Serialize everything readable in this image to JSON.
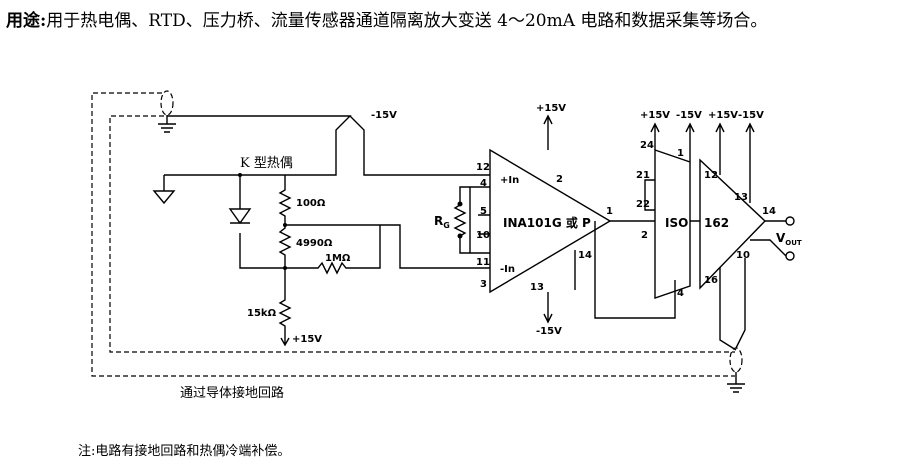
{
  "intro": {
    "lead": "用途:",
    "text": "用于热电偶、RTD、压力桥、流量传感器通道隔离放大变送 4～20mA 电路和数据采集等场合。"
  },
  "labels": {
    "thermocouple": "K 型热偶",
    "ground_loop": "通过导体接地回路",
    "r100": "100Ω",
    "r4990": "4990Ω",
    "r1m": "1MΩ",
    "r15k": "15kΩ",
    "p15_bottom": "+15V",
    "m15_top_left": "-15V",
    "p15_ina": "+15V",
    "m15_ina": "-15V",
    "rg": "R",
    "rg_sub": "G",
    "ina": "INA101G 或 P",
    "iso": "ISO",
    "amp162": "162",
    "p15_iso": "+15V",
    "m15_iso": "-15V",
    "p15_162": "+15V",
    "m15_162": "-15V",
    "vout": "V",
    "vout_sub": "OUT",
    "plus_in": "+In",
    "minus_in": "-In"
  },
  "pins": {
    "ina_12": "12",
    "ina_4": "4",
    "ina_5": "5",
    "ina_10": "10",
    "ina_11": "11",
    "ina_3": "3",
    "ina_2": "2",
    "ina_1": "1",
    "ina_14": "14",
    "ina_13": "13",
    "iso_24": "24",
    "iso_1": "1",
    "iso_21": "21",
    "iso_22": "22",
    "iso_2": "2",
    "iso_4": "4",
    "amp_12": "12",
    "amp_13": "13",
    "amp_14": "14",
    "amp_10": "10",
    "amp_16": "16"
  },
  "note": "注:电路有接地回路和热偶冷端补偿。"
}
